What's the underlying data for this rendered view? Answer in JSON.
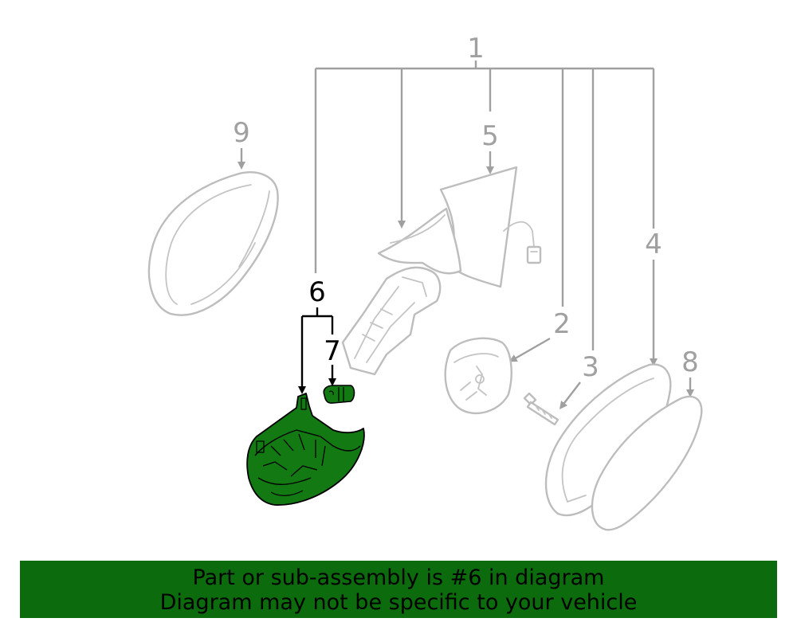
{
  "diagram": {
    "callouts": {
      "c1": "1",
      "c2": "2",
      "c3": "3",
      "c4": "4",
      "c5": "5",
      "c6": "6",
      "c7": "7",
      "c8": "8",
      "c9": "9"
    },
    "highlighted_part": "6",
    "colors": {
      "highlight_fill": "#137a13",
      "part_outline": "#bdbdbd",
      "callout_gray": "#a0a0a0",
      "banner_bg": "#0c6b0c"
    }
  },
  "banner": {
    "line1": "Part or sub-assembly is #6 in diagram",
    "line2": "Diagram may not be specific to your vehicle"
  }
}
